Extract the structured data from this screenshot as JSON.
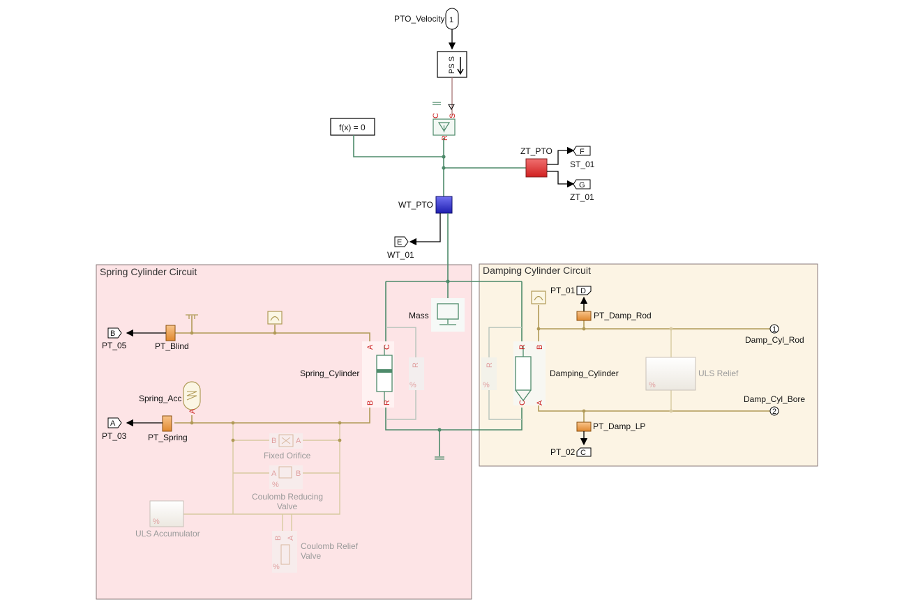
{
  "areas": {
    "spring_title": "Spring Cylinder Circuit",
    "damping_title": "Damping Cylinder Circuit"
  },
  "top": {
    "pto_velocity_label": "PTO_Velocity",
    "inport_number": "1",
    "ps_s_label": "PS S",
    "fx_label": "f(x) = 0",
    "zt_pto_label": "ZT_PTO",
    "wt_pto_label": "WT_PTO",
    "st_01_label": "ST_01",
    "zt_01_label": "ZT_01",
    "wt_01_label": "WT_01",
    "goto_f": "F",
    "goto_g": "G",
    "goto_e": "E"
  },
  "spring": {
    "pt_05_label": "PT_05",
    "pt_blind_label": "PT_Blind",
    "pt_03_label": "PT_03",
    "pt_spring_label": "PT_Spring",
    "spring_acc_label": "Spring_Acc",
    "spring_cylinder_label": "Spring_Cylinder",
    "fixed_orifice_label": "Fixed Orifice",
    "coulomb_reducing_label_1": "Coulomb Reducing",
    "coulomb_reducing_label_2": "Valve",
    "uls_accumulator_label": "ULS Accumulator",
    "coulomb_relief_label_1": "Coulomb Relief",
    "coulomb_relief_label_2": "Valve",
    "goto_b": "B",
    "goto_a": "A"
  },
  "damping": {
    "mass_label": "Mass",
    "pt_01_label": "PT_01",
    "pt_damp_rod_label": "PT_Damp_Rod",
    "damp_cyl_rod_label": "Damp_Cyl_Rod",
    "damping_cylinder_label": "Damping_Cylinder",
    "uls_relief_label": "ULS Relief",
    "damp_cyl_bore_label": "Damp_Cyl_Bore",
    "pt_damp_lp_label": "PT_Damp_LP",
    "pt_02_label": "PT_02",
    "goto_d": "D",
    "goto_c": "C",
    "outport_1": "1",
    "outport_2": "2"
  },
  "ports": {
    "a": "A",
    "b": "B",
    "c": "C",
    "r": "R",
    "s": "S",
    "pct": "%"
  },
  "colors": {
    "spring_area_bg": "#fde4e6",
    "damping_area_bg": "#fcf4e4",
    "mech_line": "#4d8a6a",
    "hyd_line": "#b09a57",
    "sensor_orange": "#f0a050",
    "zt_red": "#e23b3b",
    "wt_blue": "#3030d0",
    "port_red": "#cc2222"
  }
}
